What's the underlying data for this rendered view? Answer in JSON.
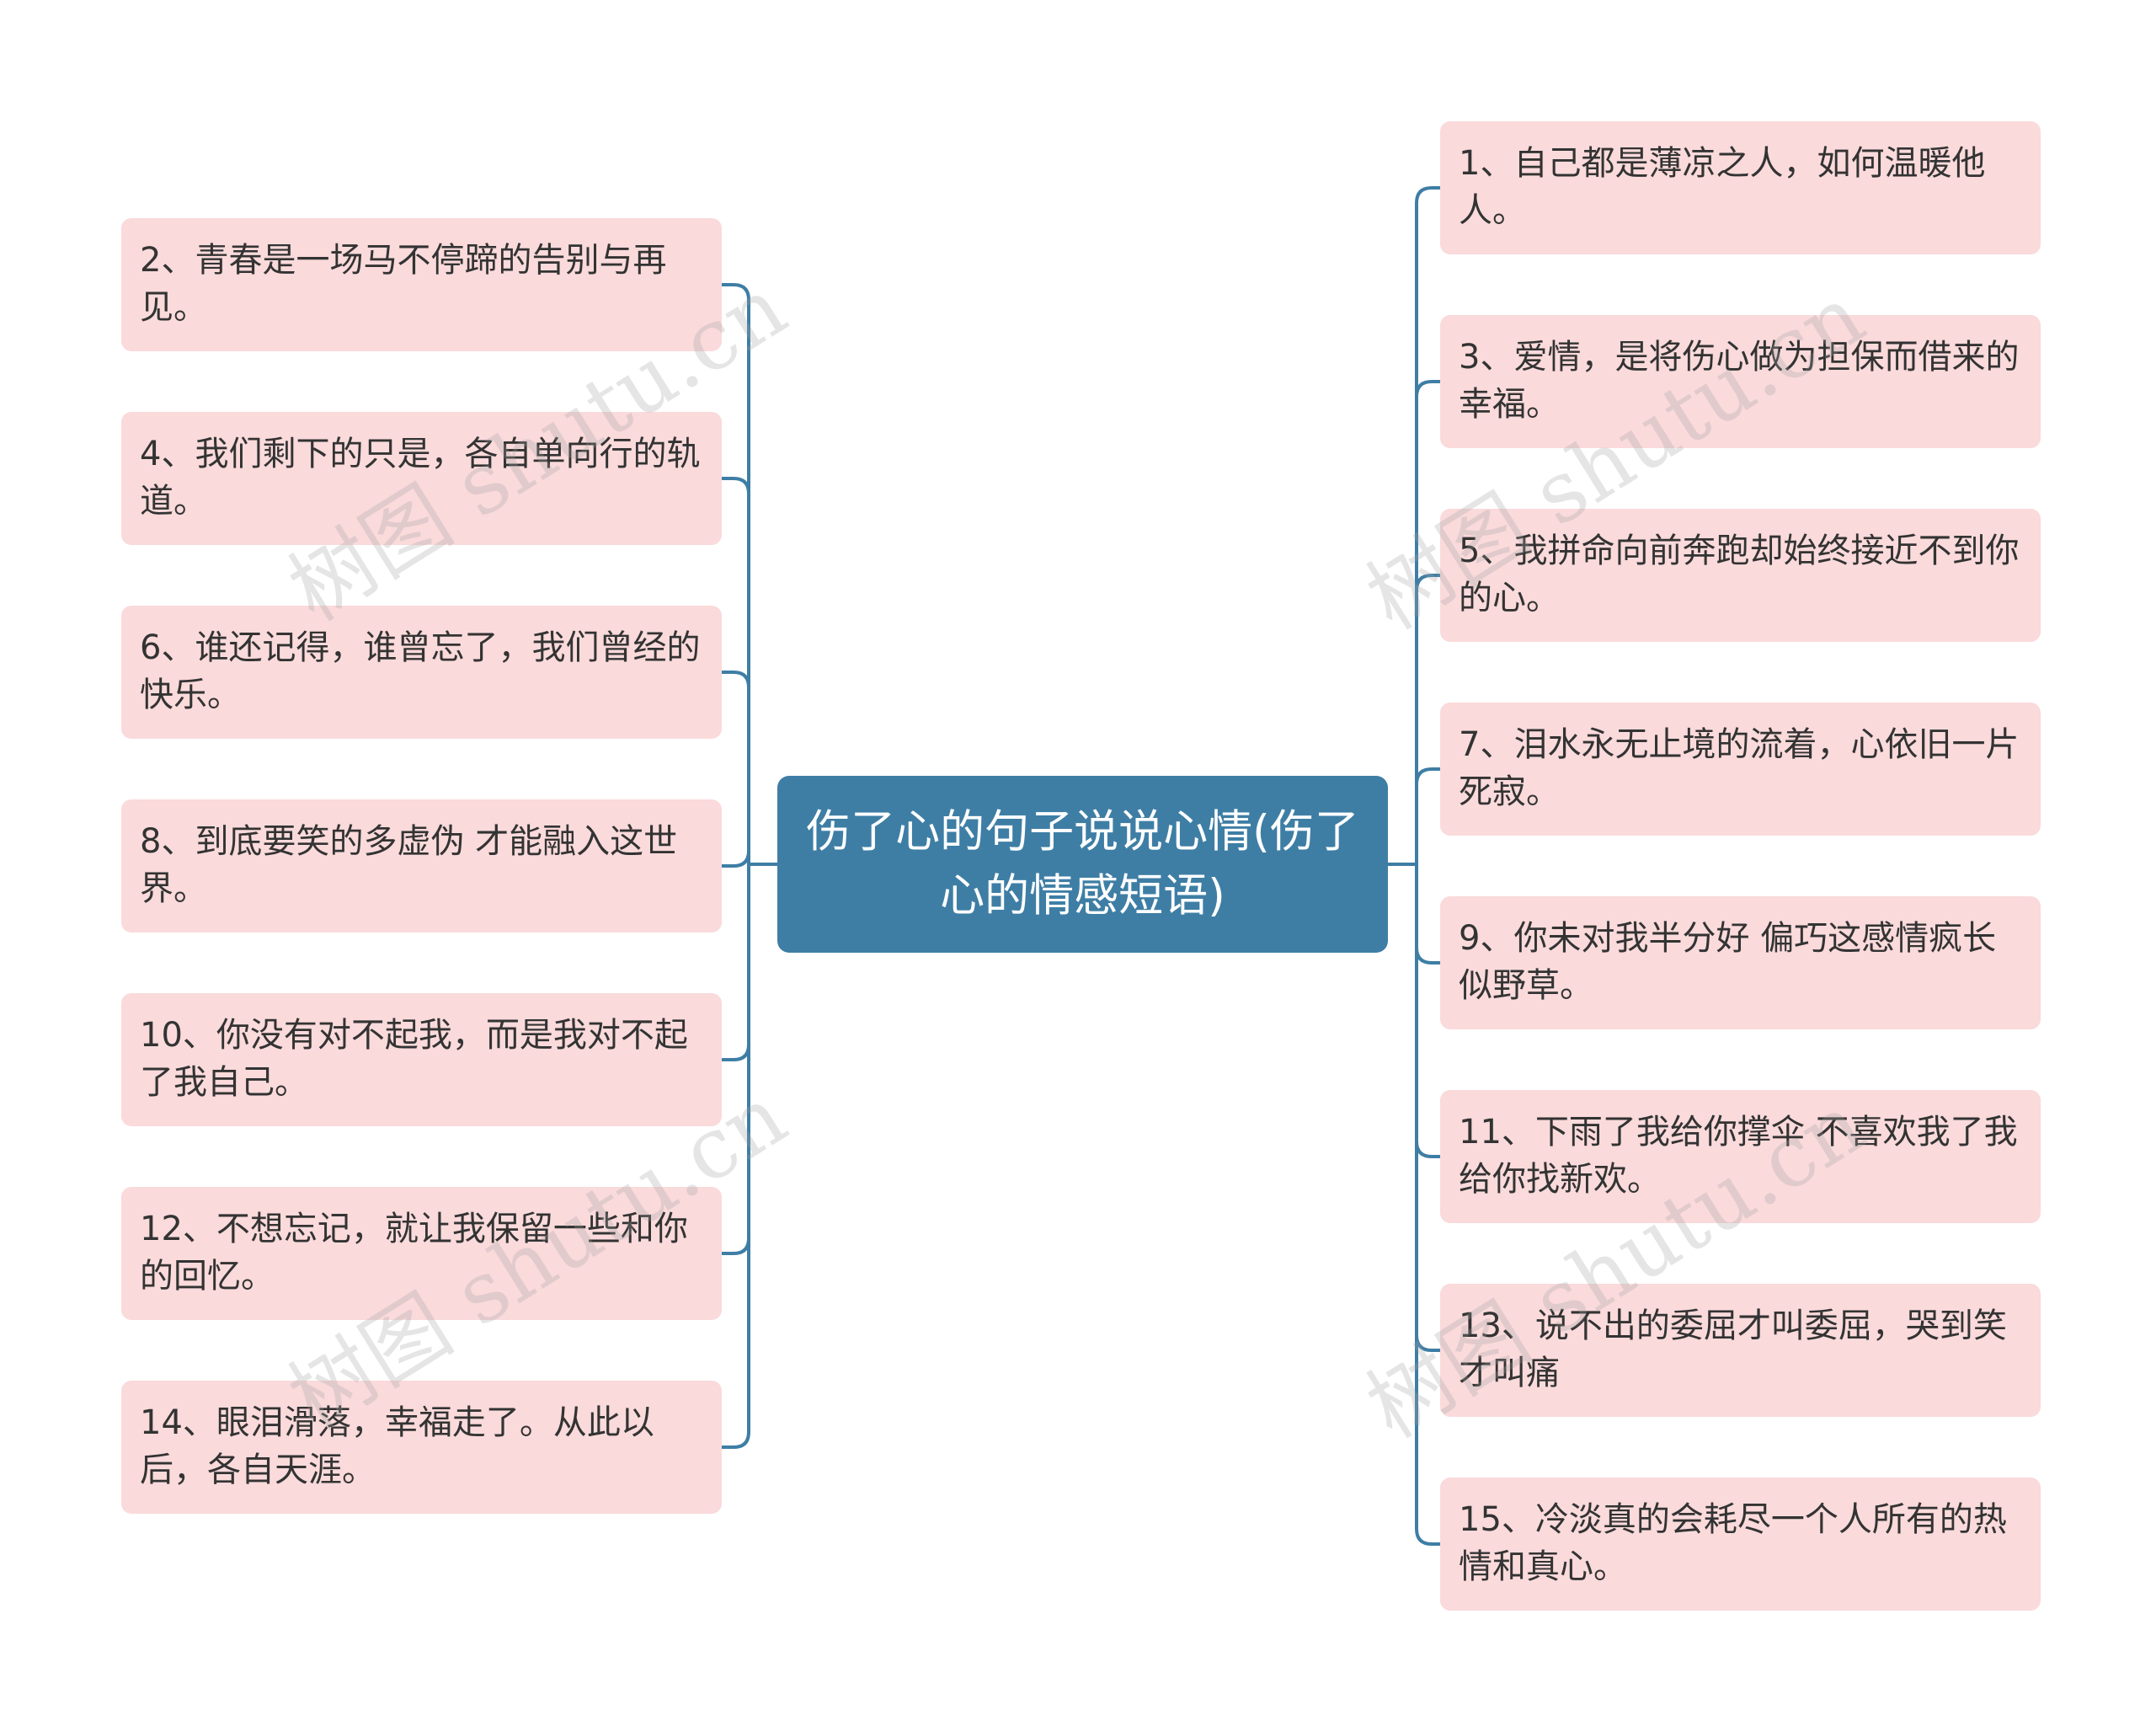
{
  "root": {
    "text": "伤了心的句子说说心情(伤了心的情感短语)"
  },
  "left_nodes": [
    "2、青春是一场马不停蹄的告别与再见。",
    "4、我们剩下的只是，各自单向行的轨道。",
    "6、谁还记得，谁曾忘了，我们曾经的快乐。",
    "8、到底要笑的多虚伪 才能融入这世界。",
    "10、你没有对不起我，而是我对不起了我自己。",
    "12、不想忘记，就让我保留一些和你的回忆。",
    "14、眼泪滑落，幸福走了。从此以后，各自天涯。"
  ],
  "right_nodes": [
    "1、自己都是薄凉之人，如何温暖他人。",
    "3、爱情，是将伤心做为担保而借来的幸福。",
    "5、我拼命向前奔跑却始终接近不到你的心。",
    "7、泪水永无止境的流着，心依旧一片死寂。",
    "9、你未对我半分好 偏巧这感情疯长似野草。",
    "11、下雨了我给你撑伞 不喜欢我了我给你找新欢。",
    "13、说不出的委屈才叫委屈，哭到笑才叫痛",
    "15、冷淡真的会耗尽一个人所有的热情和真心。"
  ],
  "watermark": "树图 shutu.cn",
  "colors": {
    "root_bg": "#3e7ea5",
    "leaf_bg": "#fadadb",
    "connector": "#3e7ea5"
  }
}
